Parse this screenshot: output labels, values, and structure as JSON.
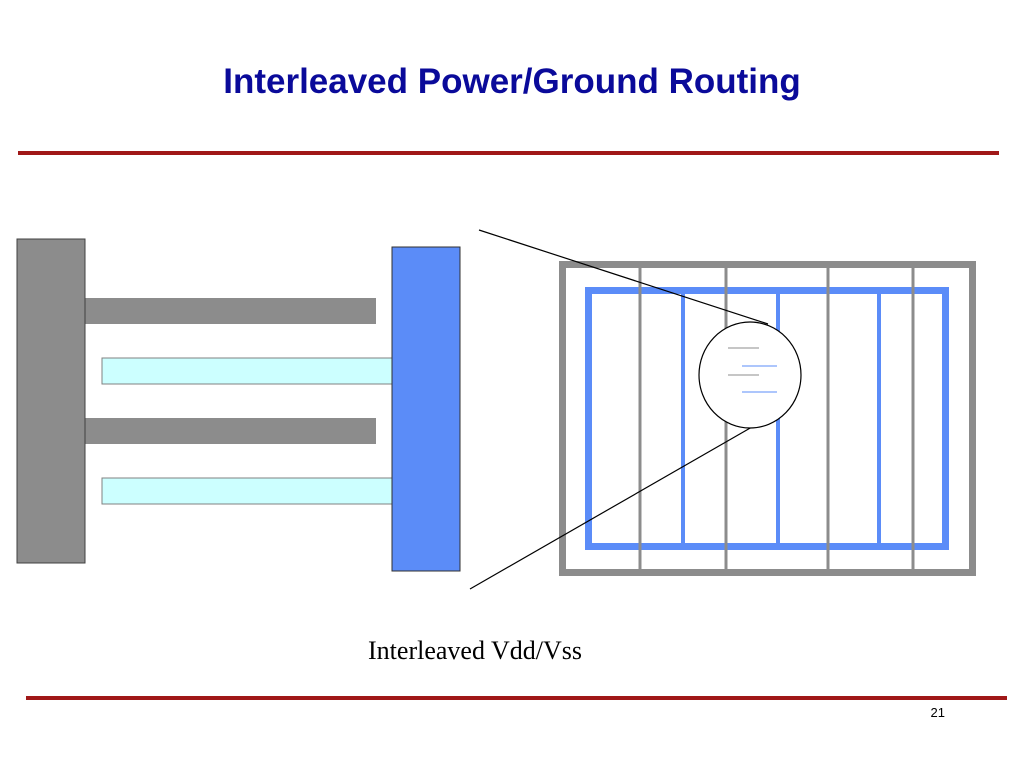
{
  "slide": {
    "title": "Interleaved Power/Ground Routing",
    "caption": "Interleaved Vdd/Vss",
    "page_number": "21"
  },
  "colors": {
    "title": "#0a0a9a",
    "rule": "#a01818",
    "vss_metal": "#8c8c8c",
    "vdd_metal": "#5b8cf8",
    "vdd_finger": "#ccffff",
    "outline": "#808080"
  }
}
